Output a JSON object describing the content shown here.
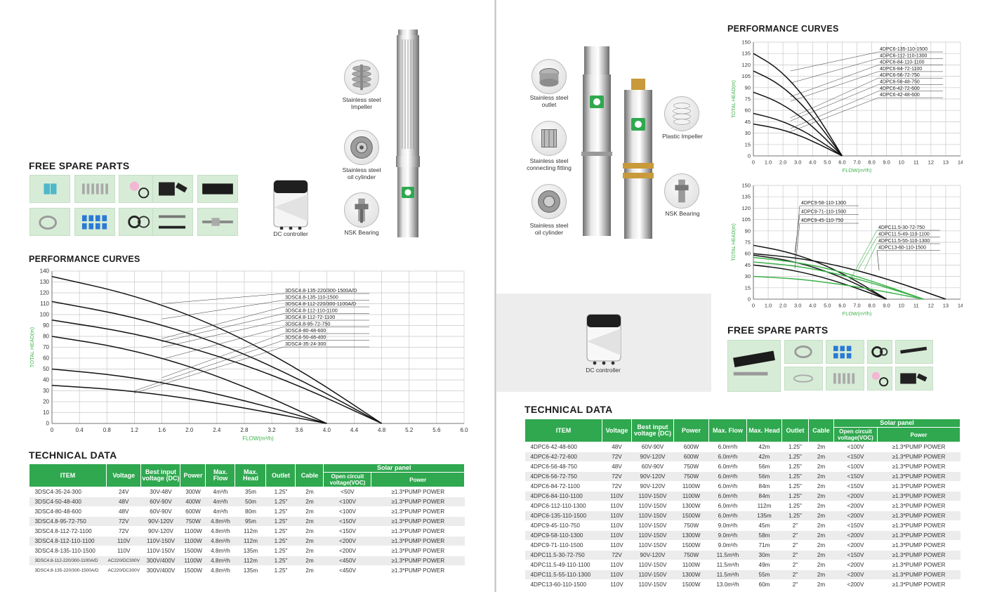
{
  "colors": {
    "accent": "#2fa84f",
    "tile_bg": "#d7ecd7",
    "chart_black": "#111111",
    "chart_green": "#3db24a",
    "grid": "#c8c8c8",
    "axis_label_green": "#3db24a"
  },
  "left": {
    "free_spare_parts": {
      "title": "FREE SPARE PARTS",
      "icons": [
        "cable-joint-icon",
        "bolts-icon",
        "seal-ring-icon",
        "cable-gland-icon",
        "rubber-pad-icon",
        "wire-coil-icon",
        "connectors-icon",
        "o-ring-icon",
        "tool-icon",
        "shaft-icon"
      ]
    },
    "parts": {
      "impeller": "Stainless steel\nImpeller",
      "oil_cylinder": "Stainless steel\noil cylinder",
      "bearing": "NSK Bearing",
      "controller": "DC controller"
    },
    "performance": {
      "title": "PERFORMANCE CURVES"
    },
    "technical": {
      "title": "TECHNICAL  DATA",
      "headers": {
        "item": "ITEM",
        "voltage": "Voltage",
        "best_input": "Best input voltage (DC)",
        "power": "Power",
        "max_flow": "Max. Flow",
        "max_head": "Max. Head",
        "outlet": "Outlet",
        "cable": "Cable",
        "solar_panel": "Solar panel",
        "voc": "Open circuit voltage(VOC)",
        "solar_power": "Power"
      },
      "rows": [
        [
          "3DSC4-35-24-300",
          "24V",
          "30V-48V",
          "300W",
          "4m³/h",
          "35m",
          "1.25\"",
          "2m",
          "<50V",
          "≥1.3*PUMP POWER"
        ],
        [
          "3DSC4-50-48-400",
          "48V",
          "60V-90V",
          "400W",
          "4m³/h",
          "50m",
          "1.25\"",
          "2m",
          "<100V",
          "≥1.3*PUMP POWER"
        ],
        [
          "3DSC4-80-48-600",
          "48V",
          "60V-90V",
          "600W",
          "4m³/h",
          "80m",
          "1.25\"",
          "2m",
          "<100V",
          "≥1.3*PUMP POWER"
        ],
        [
          "3DSC4.8-95-72-750",
          "72V",
          "90V-120V",
          "750W",
          "4.8m³/h",
          "95m",
          "1.25\"",
          "2m",
          "<150V",
          "≥1.3*PUMP POWER"
        ],
        [
          "3DSC4.8-112-72-1100",
          "72V",
          "90V-120V",
          "1100W",
          "4.8m³/h",
          "112m",
          "1.25\"",
          "2m",
          "<150V",
          "≥1.3*PUMP POWER"
        ],
        [
          "3DSC4.8-112-110-1100",
          "110V",
          "110V-150V",
          "1100W",
          "4.8m³/h",
          "112m",
          "1.25\"",
          "2m",
          "<200V",
          "≥1.3*PUMP POWER"
        ],
        [
          "3DSC4.8-135-110-1500",
          "110V",
          "110V-150V",
          "1500W",
          "4.8m³/h",
          "135m",
          "1.25\"",
          "2m",
          "<200V",
          "≥1.3*PUMP POWER"
        ],
        [
          "3DSC4.8-112-220/300-1100A/D",
          "AC220/DC300V",
          "300V/400V",
          "1100W",
          "4.8m³/h",
          "112m",
          "1.25\"",
          "2m",
          "<450V",
          "≥1.3*PUMP POWER"
        ],
        [
          "3DSC4.8-135-220/300-1500A/D",
          "AC220/DC300V",
          "300V/400V",
          "1500W",
          "4.8m³/h",
          "135m",
          "1.25\"",
          "2m",
          "<450V",
          "≥1.3*PUMP POWER"
        ]
      ]
    }
  },
  "right": {
    "parts": {
      "outlet": "Stainless steel\noutlet",
      "fitting": "Stainless steel\nconnecting fitting",
      "oil_cylinder": "Stainless steel\noil cylinder",
      "impeller": "Plastic Impeller",
      "bearing": "NSK Bearing",
      "controller": "DC controller"
    },
    "performance": {
      "title": "PERFORMANCE CURVES"
    },
    "free_spare_parts": {
      "title": "FREE SPARE PARTS",
      "icons": [
        "rubber-pad-icon",
        "wire-coil-icon",
        "connectors-icon",
        "o-ring-icon",
        "tool-icon",
        "shaft-icon",
        "cable-icon",
        "bolts-icon",
        "seal-ring-icon",
        "cable-gland-icon"
      ]
    },
    "technical": {
      "title": "TECHNICAL  DATA",
      "headers": {
        "item": "ITEM",
        "voltage": "Voltage",
        "best_input": "Best input voltage (DC)",
        "power": "Power",
        "max_flow": "Max. Flow",
        "max_head": "Max. Head",
        "outlet": "Outlet",
        "cable": "Cable",
        "solar_panel": "Solar panel",
        "voc": "Open circuit voltage(VOC)",
        "solar_power": "Power"
      },
      "rows": [
        [
          "4DPC6-42-48-600",
          "48V",
          "60V-90V",
          "600W",
          "6.0m³/h",
          "42m",
          "1.25\"",
          "2m",
          "<100V",
          "≥1.3*PUMP POWER"
        ],
        [
          "4DPC6-42-72-600",
          "72V",
          "90V-120V",
          "600W",
          "6.0m³/h",
          "42m",
          "1.25\"",
          "2m",
          "<150V",
          "≥1.3*PUMP POWER"
        ],
        [
          "4DPC6-56-48-750",
          "48V",
          "60V-90V",
          "750W",
          "6.0m³/h",
          "56m",
          "1.25\"",
          "2m",
          "<100V",
          "≥1.3*PUMP POWER"
        ],
        [
          "4DPC6-56-72-750",
          "72V",
          "90V-120V",
          "750W",
          "6.0m³/h",
          "56m",
          "1.25\"",
          "2m",
          "<150V",
          "≥1.3*PUMP POWER"
        ],
        [
          "4DPC6-84-72-1100",
          "72V",
          "90V-120V",
          "1100W",
          "6.0m³/h",
          "84m",
          "1.25\"",
          "2m",
          "<150V",
          "≥1.3*PUMP POWER"
        ],
        [
          "4DPC6-84-110-1100",
          "110V",
          "110V-150V",
          "1100W",
          "6.0m³/h",
          "84m",
          "1.25\"",
          "2m",
          "<200V",
          "≥1.3*PUMP POWER"
        ],
        [
          "4DPC6-112-110-1300",
          "110V",
          "110V-150V",
          "1300W",
          "6.0m³/h",
          "112m",
          "1.25\"",
          "2m",
          "<200V",
          "≥1.3*PUMP POWER"
        ],
        [
          "4DPC6-135-110-1500",
          "110V",
          "110V-150V",
          "1500W",
          "6.0m³/h",
          "135m",
          "1.25\"",
          "2m",
          "<200V",
          "≥1.3*PUMP POWER"
        ],
        [
          "4DPC9-45-110-750",
          "110V",
          "110V-150V",
          "750W",
          "9.0m³/h",
          "45m",
          "2\"",
          "2m",
          "<150V",
          "≥1.3*PUMP POWER"
        ],
        [
          "4DPC9-58-110-1300",
          "110V",
          "110V-150V",
          "1300W",
          "9.0m³/h",
          "58m",
          "2\"",
          "2m",
          "<200V",
          "≥1.3*PUMP POWER"
        ],
        [
          "4DPC9-71-110-1500",
          "110V",
          "110V-150V",
          "1500W",
          "9.0m³/h",
          "71m",
          "2\"",
          "2m",
          "<200V",
          "≥1.3*PUMP POWER"
        ],
        [
          "4DPC11.5-30-72-750",
          "72V",
          "90V-120V",
          "750W",
          "11.5m³/h",
          "30m",
          "2\"",
          "2m",
          "<150V",
          "≥1.3*PUMP POWER"
        ],
        [
          "4DPC11.5-49-110-1100",
          "110V",
          "110V-150V",
          "1100W",
          "11.5m³/h",
          "49m",
          "2\"",
          "2m",
          "<200V",
          "≥1.3*PUMP POWER"
        ],
        [
          "4DPC11.5-55-110-1300",
          "110V",
          "110V-150V",
          "1300W",
          "11.5m³/h",
          "55m",
          "2\"",
          "2m",
          "<200V",
          "≥1.3*PUMP POWER"
        ],
        [
          "4DPC13-60-110-1500",
          "110V",
          "110V-150V",
          "1500W",
          "13.0m³/h",
          "60m",
          "2\"",
          "2m",
          "<200V",
          "≥1.3*PUMP POWER"
        ]
      ]
    }
  },
  "chart_data": [
    {
      "type": "line",
      "xlabel": "FLOW(m³/h)",
      "ylabel": "TOTAL HEAD(m)",
      "xticks": [
        "0",
        "0.4",
        "0.8",
        "1.2",
        "1.6",
        "2.0",
        "2.4",
        "2.8",
        "3.2",
        "3.6",
        "4.0",
        "4.4",
        "4.8",
        "5.2",
        "5.6",
        "6.0"
      ],
      "yticks": [
        "0",
        "10",
        "20",
        "30",
        "40",
        "50",
        "60",
        "70",
        "80",
        "90",
        "100",
        "110",
        "120",
        "130",
        "140"
      ],
      "xlim": [
        0,
        6.0
      ],
      "ylim": [
        0,
        140
      ],
      "grid": true,
      "series_color": "#111111",
      "series": [
        {
          "x": [
            0,
            1.0,
            2.0,
            3.0,
            4.0
          ],
          "y": [
            35,
            31,
            23,
            12,
            0
          ]
        },
        {
          "x": [
            0,
            1.0,
            2.0,
            3.0,
            4.0
          ],
          "y": [
            50,
            44,
            33,
            18,
            0
          ]
        },
        {
          "x": [
            0,
            1.0,
            2.0,
            3.0,
            4.0
          ],
          "y": [
            80,
            70,
            53,
            29,
            0
          ]
        },
        {
          "x": [
            0,
            1.2,
            2.4,
            3.6,
            4.8
          ],
          "y": [
            95,
            83,
            63,
            35,
            0
          ]
        },
        {
          "x": [
            0,
            1.2,
            2.4,
            3.6,
            4.8
          ],
          "y": [
            112,
            98,
            75,
            41,
            0
          ]
        },
        {
          "x": [
            0,
            1.2,
            2.4,
            3.6,
            4.8
          ],
          "y": [
            135,
            118,
            90,
            50,
            0
          ]
        }
      ],
      "callouts": [
        "3DSC4.8-135-220/300-1500A/D",
        "3DSC4.8-135-110-1500",
        "3DSC4.8-112-220/300-1100A/D",
        "3DSC4.8-112-110-1100",
        "3DSC4.8-112-72-1100",
        "3DSC4.8-95-72-750",
        "3DSC4-80-48-600",
        "3DSC4-50-48-400",
        "3DSC4-35-24-300"
      ]
    },
    {
      "type": "line",
      "xlabel": "FLOW(m³/h)",
      "ylabel": "TOTAL HEAD(m)",
      "xticks": [
        "0",
        "1.0",
        "2.0",
        "3.0",
        "4.0",
        "5.0",
        "6.0",
        "7.0",
        "8.0",
        "9.0",
        "10",
        "11",
        "12",
        "13",
        "14"
      ],
      "yticks": [
        "0",
        "15",
        "30",
        "45",
        "60",
        "75",
        "90",
        "105",
        "120",
        "135",
        "150"
      ],
      "xlim": [
        0,
        14
      ],
      "ylim": [
        0,
        150
      ],
      "grid": true,
      "series_color": "#111111",
      "series": [
        {
          "x": [
            0,
            1.5,
            3.0,
            4.5,
            6.0
          ],
          "y": [
            42,
            37,
            28,
            15,
            0
          ]
        },
        {
          "x": [
            0,
            1.5,
            3.0,
            4.5,
            6.0
          ],
          "y": [
            56,
            49,
            37,
            20,
            0
          ]
        },
        {
          "x": [
            0,
            1.5,
            3.0,
            4.5,
            6.0
          ],
          "y": [
            84,
            73,
            55,
            30,
            0
          ]
        },
        {
          "x": [
            0,
            1.5,
            3.0,
            4.5,
            6.0
          ],
          "y": [
            112,
            98,
            74,
            40,
            0
          ]
        },
        {
          "x": [
            0,
            1.5,
            3.0,
            4.5,
            6.0
          ],
          "y": [
            135,
            118,
            89,
            48,
            0
          ]
        }
      ],
      "callouts": [
        "4DPC6-135-110-1500",
        "4DPC6-112-110-1300",
        "4DPC6-84-110-1100",
        "4DPC6-84-72-1100",
        "4DPC6-56-72-750",
        "4DPC6-56-48-750",
        "4DPC6-42-72-600",
        "4DPC6-42-48-600"
      ]
    },
    {
      "type": "line",
      "xlabel": "FLOW(m³/h)",
      "ylabel": "TOTAL HEAD(m)",
      "xticks": [
        "0",
        "1.0",
        "2.0",
        "3.0",
        "4.0",
        "5.0",
        "6.0",
        "7.0",
        "8.0",
        "9.0",
        "10",
        "11",
        "12",
        "13",
        "14"
      ],
      "yticks": [
        "0",
        "15",
        "30",
        "45",
        "60",
        "75",
        "90",
        "105",
        "120",
        "135",
        "150"
      ],
      "xlim": [
        0,
        14
      ],
      "ylim": [
        0,
        150
      ],
      "grid": true,
      "series": [
        {
          "color": "#111111",
          "x": [
            0,
            2.2,
            4.5,
            6.8,
            9.0
          ],
          "y": [
            45,
            40,
            30,
            16,
            0
          ]
        },
        {
          "color": "#111111",
          "x": [
            0,
            2.2,
            4.5,
            6.8,
            9.0
          ],
          "y": [
            58,
            52,
            40,
            22,
            0
          ]
        },
        {
          "color": "#111111",
          "x": [
            0,
            2.2,
            4.5,
            6.8,
            9.0
          ],
          "y": [
            71,
            63,
            48,
            26,
            0
          ]
        },
        {
          "color": "#3db24a",
          "x": [
            0,
            2.9,
            5.8,
            8.6,
            11.5
          ],
          "y": [
            30,
            27,
            20,
            11,
            0
          ]
        },
        {
          "color": "#3db24a",
          "x": [
            0,
            2.9,
            5.8,
            8.6,
            11.5
          ],
          "y": [
            49,
            44,
            33,
            18,
            0
          ]
        },
        {
          "color": "#3db24a",
          "x": [
            0,
            2.9,
            5.8,
            8.6,
            11.5
          ],
          "y": [
            55,
            49,
            37,
            20,
            0
          ]
        },
        {
          "color": "#111111",
          "x": [
            0,
            3.2,
            6.5,
            9.8,
            13.0
          ],
          "y": [
            60,
            54,
            41,
            22,
            0
          ]
        }
      ],
      "callouts": [
        "4DPC9-58-110-1300",
        "4DPC9-71-110-1500",
        "4DPC9-45-110-750",
        "4DPC11.5-30-72-750",
        "4DPC11.5-49-110-1100",
        "4DPC11.5-55-110-1300",
        "4DPC13-60-110-1500"
      ]
    }
  ]
}
